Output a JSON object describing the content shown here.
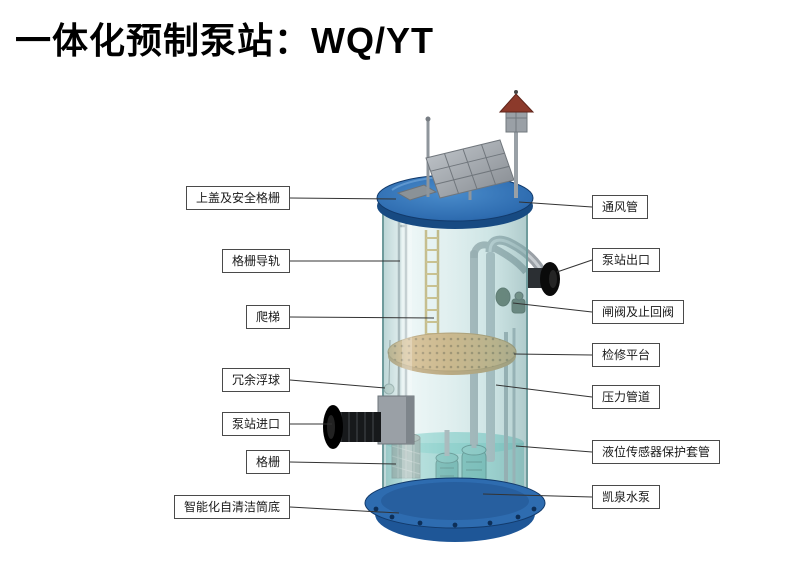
{
  "title": "一体化预制泵站：WQ/YT",
  "colors": {
    "lid_blue": "#2e6cb0",
    "tank_glass": "#a9cfcf",
    "water_teal": "#45b3aa",
    "platform_orange": "#d79c4f",
    "flange_blue": "#1f5a9e",
    "pipe_gray": "#9aa0a6",
    "inlet_black": "#111111",
    "roof_red": "#8c3a2b",
    "line_black": "#333333"
  },
  "labels": {
    "left": [
      {
        "text": "上盖及安全格栅"
      },
      {
        "text": "格栅导轨"
      },
      {
        "text": "爬梯"
      },
      {
        "text": "冗余浮球"
      },
      {
        "text": "泵站进口"
      },
      {
        "text": "格栅"
      },
      {
        "text": "智能化自清洁筒底"
      }
    ],
    "right": [
      {
        "text": "通风管"
      },
      {
        "text": "泵站出口"
      },
      {
        "text": "闸阀及止回阀"
      },
      {
        "text": "检修平台"
      },
      {
        "text": "压力管道"
      },
      {
        "text": "液位传感器保护套管"
      },
      {
        "text": "凯泉水泵"
      }
    ]
  }
}
